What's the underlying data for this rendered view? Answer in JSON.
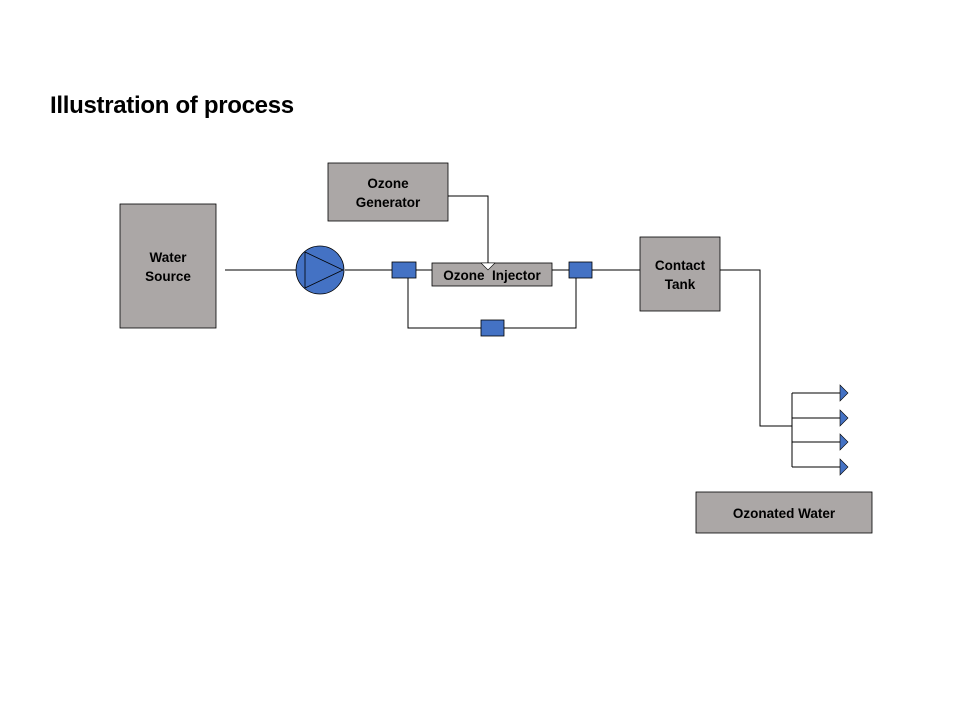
{
  "title": "Illustration of process",
  "colors": {
    "box_fill": "#ABA7A6",
    "component_fill": "#4472C4",
    "line": "#000000"
  },
  "nodes": {
    "water_source": {
      "line1": "Water",
      "line2": "Source"
    },
    "ozone_generator": {
      "line1": "Ozone",
      "line2": "Generator"
    },
    "ozone_injector": {
      "label": "Ozone  Injector"
    },
    "contact_tank": {
      "line1": "Contact",
      "line2": "Tank"
    },
    "ozonated_water": {
      "label": "Ozonated Water"
    }
  },
  "icons": [
    "pump-icon",
    "valve-icon",
    "outlet-arrow-icon"
  ]
}
